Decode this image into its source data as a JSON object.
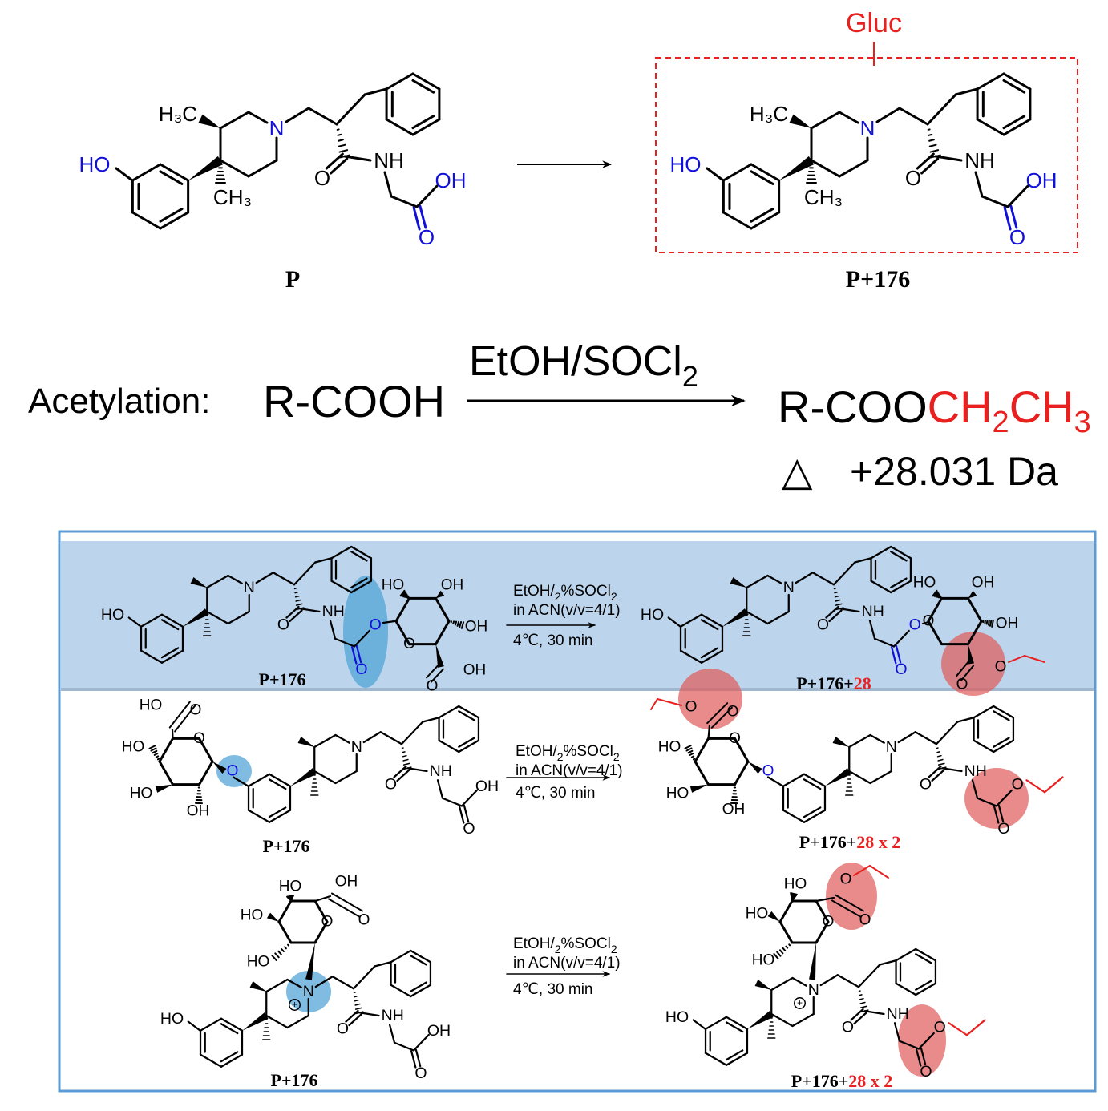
{
  "top": {
    "reactant_label": "P",
    "product_label": "P+176",
    "gluc_label": "Gluc"
  },
  "atoms": {
    "ho": "HO",
    "oh": "OH",
    "n": "N",
    "nh": "NH",
    "o": "O",
    "h3c": "H₃C",
    "ch3": "CH₃",
    "n_plus": "+"
  },
  "acetylation": {
    "label": "Acetylation:",
    "reactant": "R-COOH",
    "reagent_main": "EtOH/SOCl",
    "reagent_sub": "2",
    "product_base": "R-COO",
    "product_ch": "CH",
    "product_sub1": "2",
    "product_ch3": "CH",
    "product_sub2": "3",
    "delta_symbol": "△",
    "mass_shift": "+28.031 Da"
  },
  "conditions": {
    "line1_a": "EtOH/",
    "line1_sub": "2",
    "line1_b": "%SOCl",
    "line1_sub2": "2",
    "line2": "in ACN(v/v=4/1)",
    "line3": "4℃,  30 min"
  },
  "rows": [
    {
      "reactant_label": "P+176",
      "product_prefix": "P+176+",
      "product_suffix": "28"
    },
    {
      "reactant_label": "P+176",
      "product_prefix": "P+176+",
      "product_suffix": "28 x 2"
    },
    {
      "reactant_label": "P+176",
      "product_prefix": "P+176+",
      "product_suffix": "28 x 2"
    }
  ],
  "colors": {
    "heteroatom_blue": "#1010d8",
    "added_red": "#e8201f",
    "panel_border": "#5b9bd5",
    "highlight_band": "#bcd5ec",
    "glucuronidation_site": "#4a9fd6",
    "ethylation_site": "#e05a5a"
  }
}
